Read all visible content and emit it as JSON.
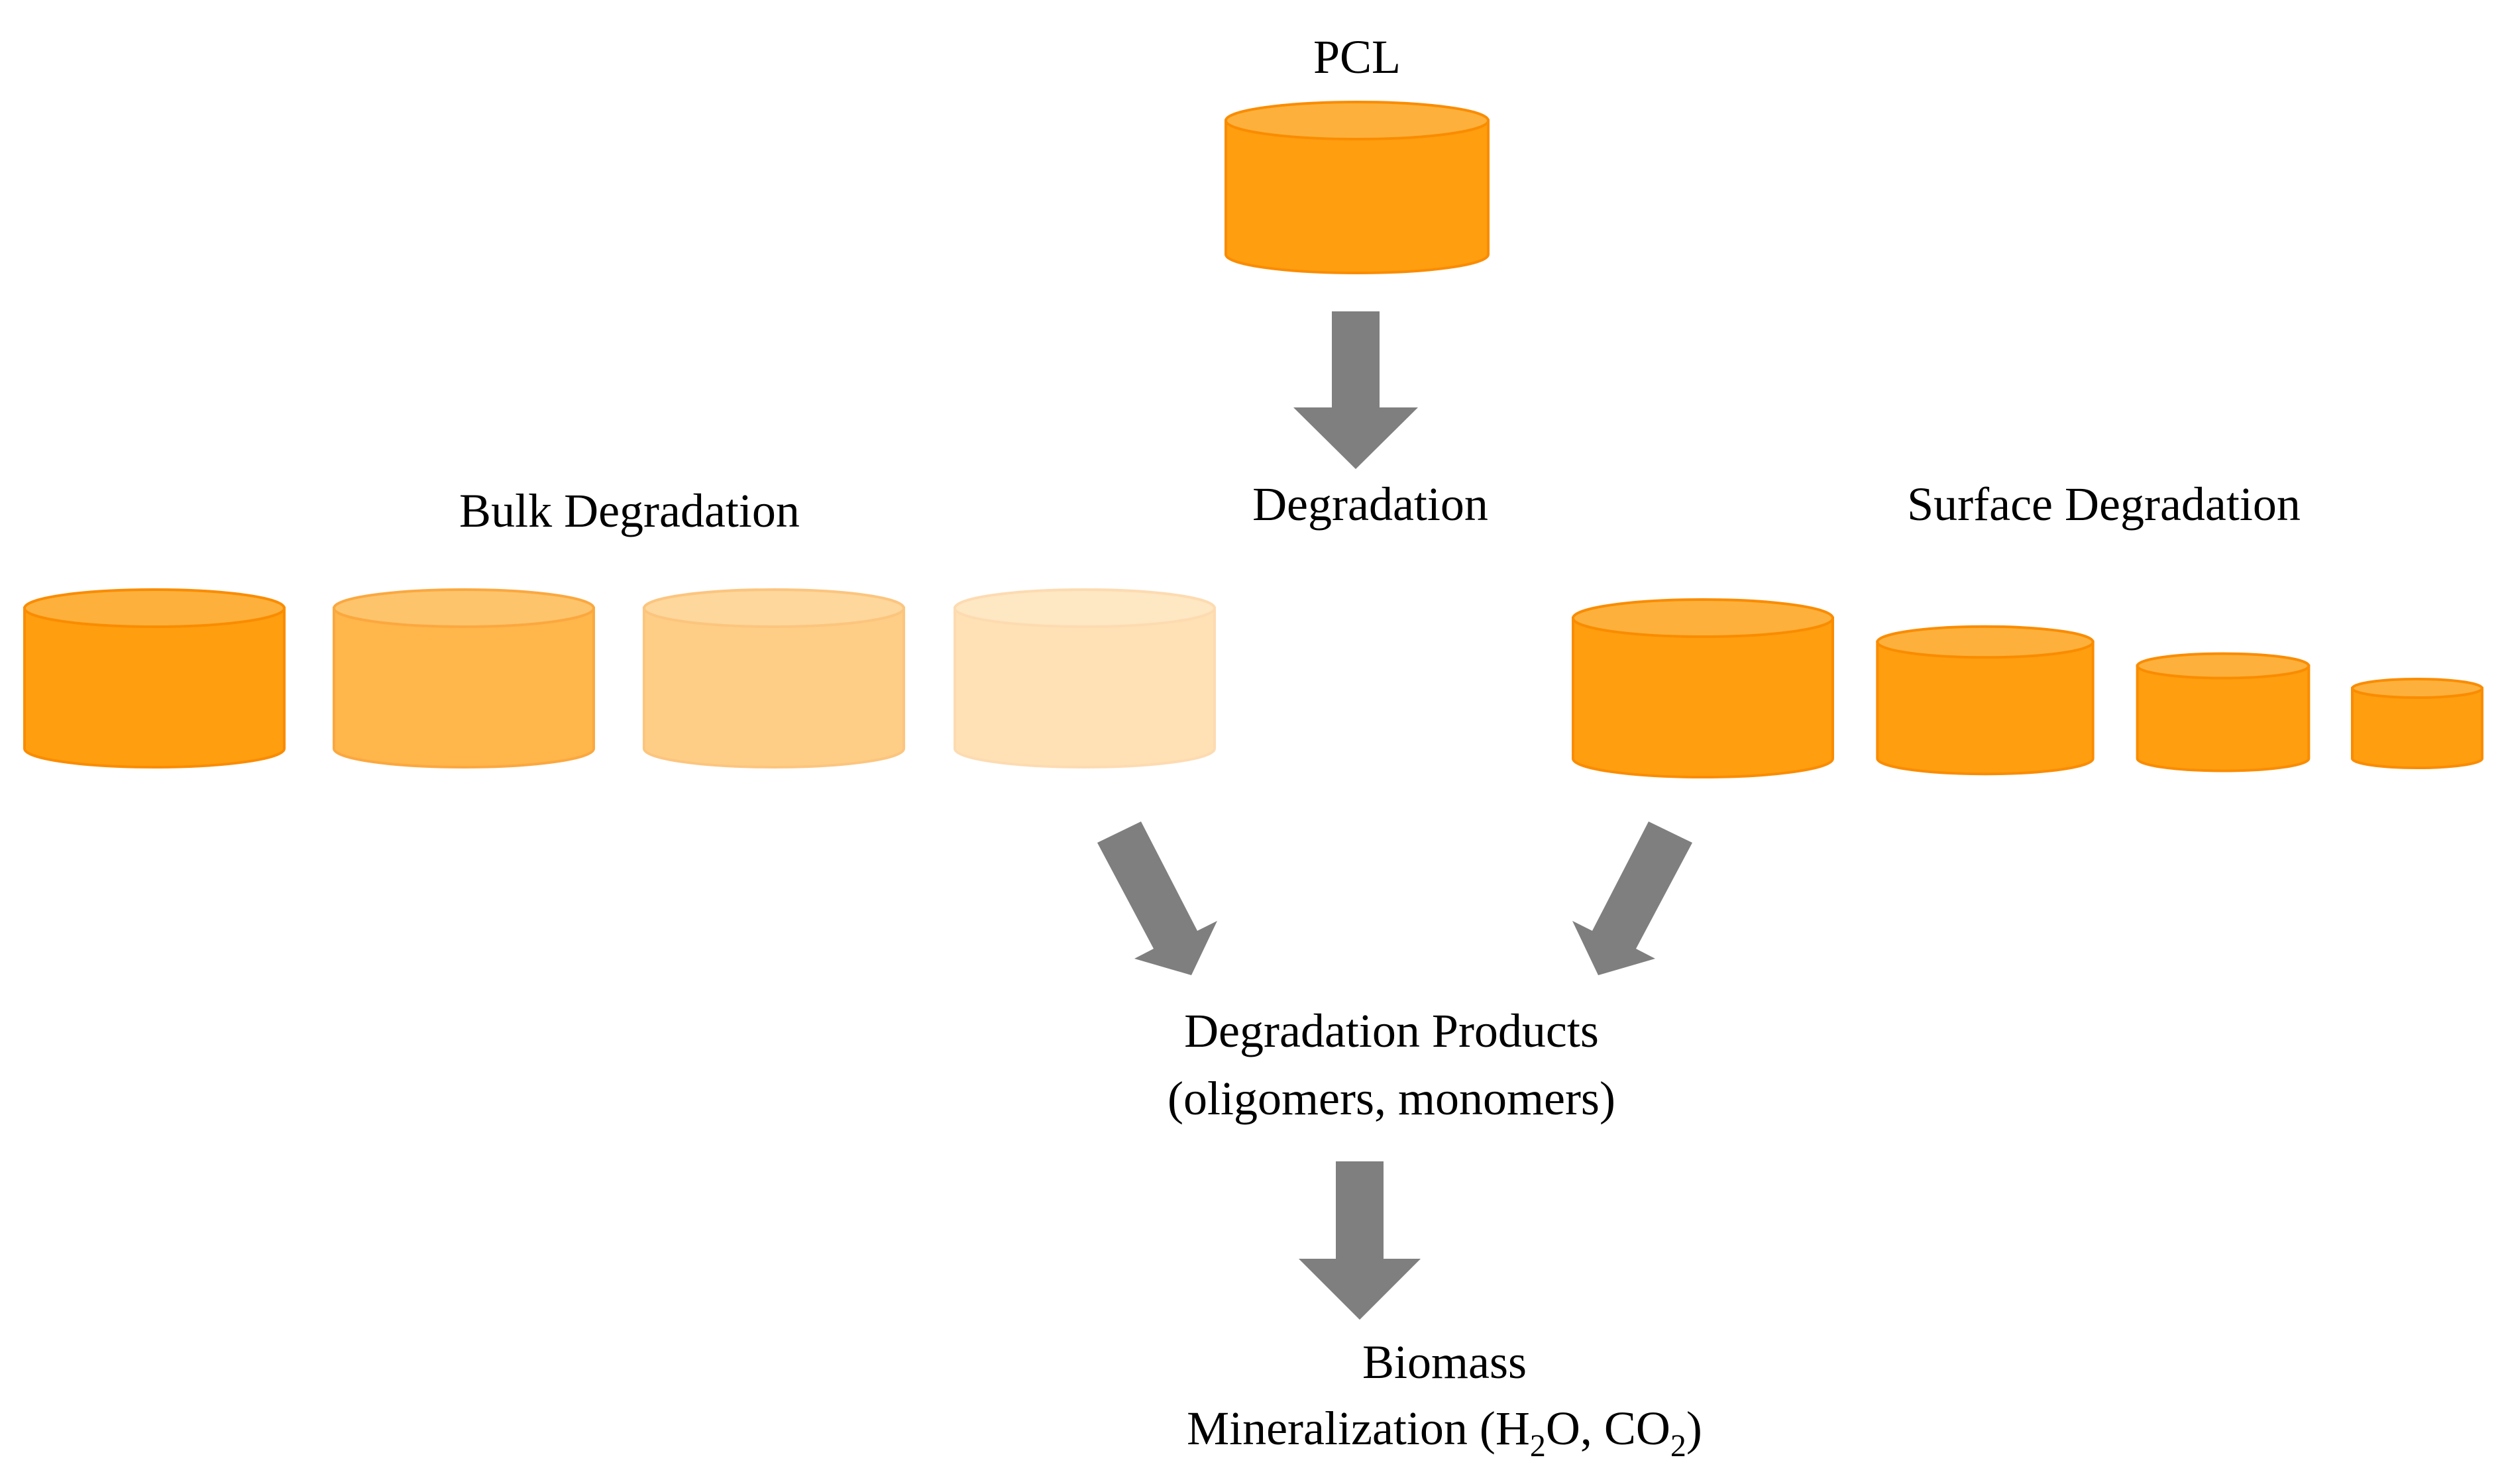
{
  "colors": {
    "cylinder_fill": "#FF9E0F",
    "cylinder_edge": "#FA8C00",
    "cylinder_top": "#FDB13C",
    "arrow": "#7F7F7F",
    "text": "#000000"
  },
  "labels": {
    "pcl": "PCL",
    "degradation": "Degradation",
    "bulk_degradation": "Bulk Degradation",
    "surface_degradation": "Surface Degradation",
    "products_line1": "Degradation Products",
    "products_line2": "(oligomers, monomers)",
    "biomass": "Biomass",
    "mineralization_prefix": "Mineralization (H",
    "subscript_2a": "2",
    "mineralization_mid": "O, CO",
    "subscript_2b": "2",
    "mineralization_suffix": ")"
  },
  "bulk_stages": [
    {
      "opacity": 1.0
    },
    {
      "opacity": 0.75
    },
    {
      "opacity": 0.5
    },
    {
      "opacity": 0.3
    }
  ],
  "surface_stages": [
    {
      "relative_size": 1.0
    },
    {
      "relative_size": 0.83
    },
    {
      "relative_size": 0.66
    },
    {
      "relative_size": 0.5
    }
  ]
}
